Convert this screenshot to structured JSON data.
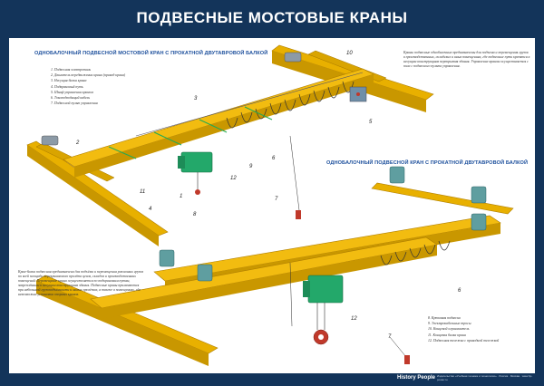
{
  "title": "ПОДВЕСНЫЕ МОСТОВЫЕ КРАНЫ",
  "headings": {
    "top": "ОДНОБАЛОЧНЫЙ ПОДВЕСНОЙ МОСТОВОЙ КРАН С ПРОКАТНОЙ ДВУТАВРОВОЙ БАЛКОЙ",
    "bottom": "ОДНОБАЛОЧНЫЙ ПОДВЕСНОЙ КРАН С ПРОКАТНОЙ ДВУТАВРОВОЙ БАЛКОЙ"
  },
  "legend_top": [
    "1. Подвесная электроталь",
    "2. Двигатель передвижения крана (привод крана)",
    "3. Несущая балка крана",
    "4. Подкрановый путь",
    "5. Шкаф управления краном",
    "6. Токоподводящий кабель",
    "7. Подвесной пульт управления"
  ],
  "legend_bottom": [
    "8. Крюковая подвеска",
    "9. Электрокабельные тросы",
    "10. Концевой ограничитель",
    "11. Концевая балка крана",
    "12. Подвесная тележка с приводной тележкой"
  ],
  "note_top": "Краны подвесные однобалочные предназначены для подъема и перемещения грузов в производственных, складских и иных помещениях, где подвесные пути крепятся к несущим конструкциям перекрытия здания. Управление краном осуществляется с пола с подвесного пульта управления.",
  "note_bottom": "Кран-балка подвесная предназначена для подъёма и перемещения различных грузов по всей площади перекрываемого пролёта цехов, складов и производственных помещений. Перемещение крана осуществляется по подкрановым путям, закреплённым к несущим конструкциям здания. Подвесные краны применяются при небольшой грузоподъёмности и малых пролётах, а также в помещениях, где невозможна установка опорных кранов.",
  "callouts_top": [
    "10",
    "3",
    "5",
    "2",
    "1",
    "12",
    "9",
    "8",
    "11",
    "4",
    "7",
    "6"
  ],
  "callouts_bottom": [
    "6",
    "12",
    "7"
  ],
  "brand": "History People",
  "contact": "Издательство «Учебная техника и технологии» · Россия · Москва · www.hp-poster.ru",
  "colors": {
    "background": "#13345a",
    "beam": "#e8b000",
    "beam_shadow": "#b07f00",
    "hoist": "#23a86a",
    "drive": "#5f9ea0",
    "heading": "#1c4f9c"
  }
}
